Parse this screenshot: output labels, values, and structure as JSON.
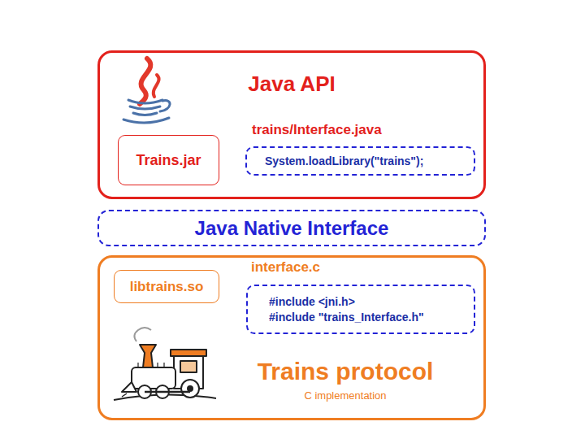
{
  "diagram": {
    "nodes": [
      {
        "text": [
          "Java API"
        ]
      },
      {
        "text": [
          "Trains.jar"
        ],
        "in": 0
      },
      {
        "text": [
          "trains/Interface.java",
          "System.loadLibrary(\"trains\");"
        ],
        "in": 0
      },
      {
        "text": [
          "Java Native Interface"
        ]
      },
      {
        "text": [
          "Trains protocol",
          "C implementation"
        ]
      },
      {
        "text": [
          "libtrains.so"
        ],
        "in": 4
      },
      {
        "text": [
          "interface.c",
          "#include <jni.h>",
          "#include \"trains_Interface.h\""
        ],
        "in": 4
      }
    ]
  }
}
